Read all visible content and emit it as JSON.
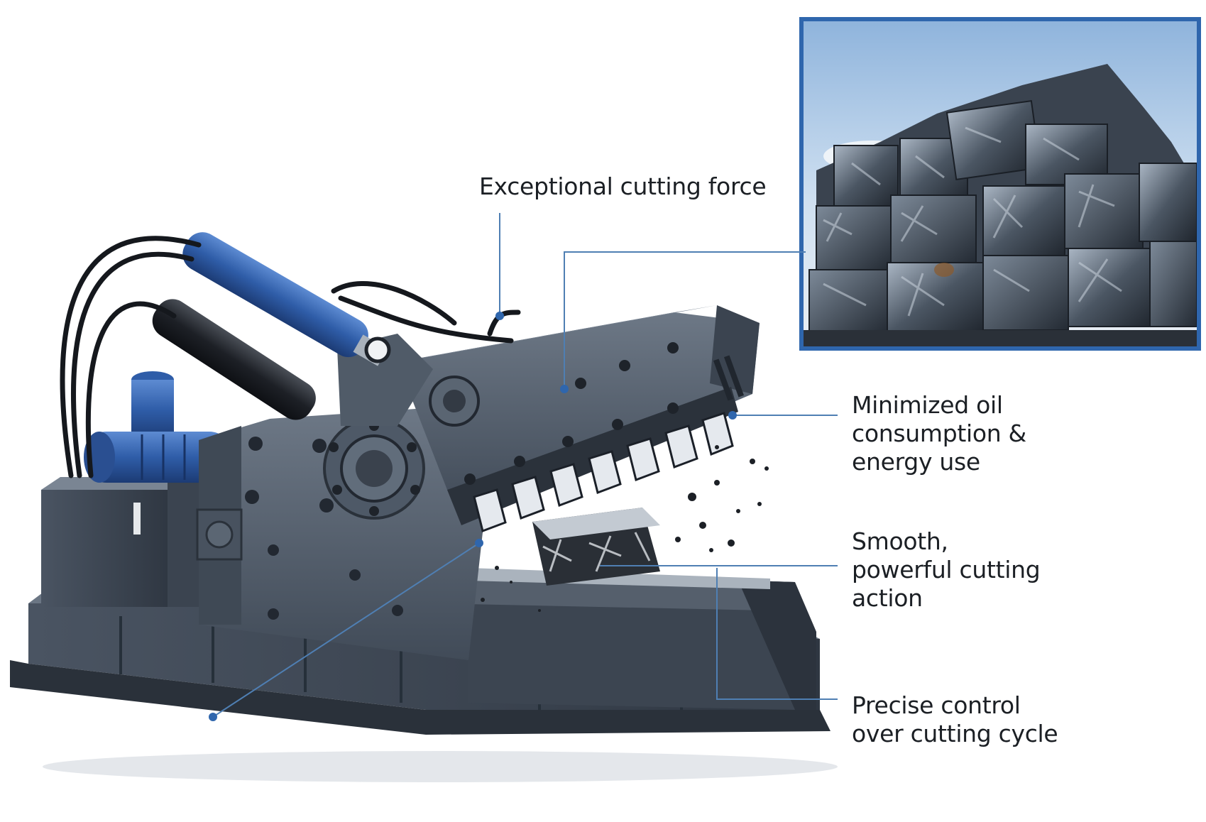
{
  "callouts": {
    "force": "Exceptional cutting force",
    "oil": [
      "Minimized oil",
      "consumption &",
      "energy use"
    ],
    "smooth": [
      "Smooth,",
      "powerful cutting",
      "action"
    ],
    "precise": [
      "Precise control",
      "over cutting cycle"
    ]
  },
  "colors": {
    "accent_blue": "#2f66ad",
    "leader_line": "#4f7fb3",
    "steel_dark": "#3a4350",
    "steel_mid": "#4d5866",
    "steel_light": "#6c7886",
    "cylinder_blue": "#2f5da8"
  },
  "inset_photo": {
    "subject": "baled scrap metal stack",
    "frame_color": "#2f66ad"
  }
}
